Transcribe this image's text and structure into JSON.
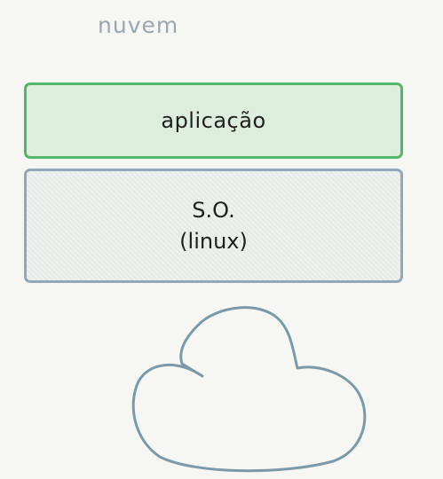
{
  "diagram": {
    "title": "nuvem",
    "layers": {
      "application": {
        "label": "aplicação",
        "border_color": "#55b567",
        "fill_color": "#ddeedf"
      },
      "operating_system": {
        "line1": "S.O.",
        "line2": "(linux)",
        "border_color": "#90a8b8",
        "fill_color": "#edf1ed"
      }
    },
    "cloud": {
      "icon": "cloud-icon",
      "stroke_color": "#7a9aaa"
    }
  }
}
